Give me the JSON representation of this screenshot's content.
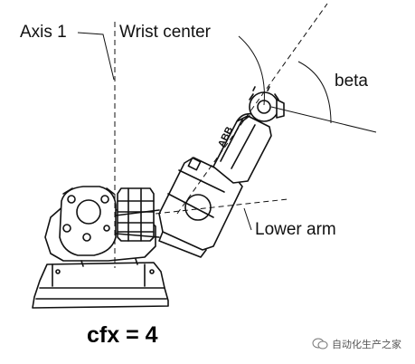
{
  "labels": {
    "axis1": "Axis 1",
    "wrist_center": "Wrist center",
    "beta": "beta",
    "lower_arm": "Lower arm",
    "arm_brand": "ABB"
  },
  "caption": "cfx = 4",
  "watermark": "自动化生产之家",
  "colors": {
    "line": "#111111",
    "background": "#ffffff"
  }
}
